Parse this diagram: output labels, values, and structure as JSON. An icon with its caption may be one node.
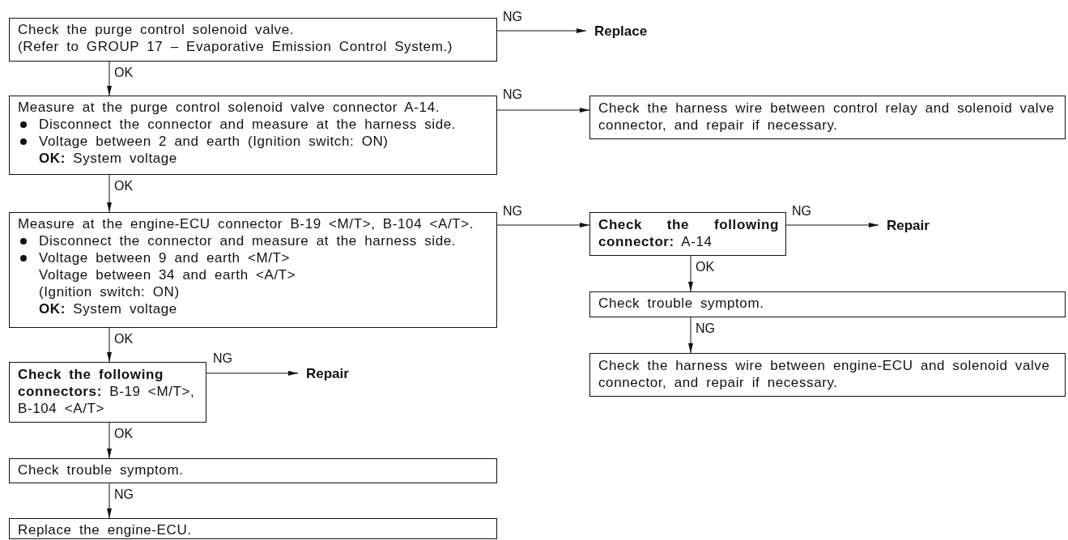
{
  "diagram": {
    "nodes": [
      {
        "text": [
          "Check the purge control solenoid valve.",
          "(Refer to GROUP 17 – Evaporative Emission Control System.)"
        ]
      },
      {
        "text": [
          "Replace"
        ]
      },
      {
        "text": [
          "Measure at the purge control solenoid valve connector A-14.",
          "Disconnect the connector and measure at the harness side.",
          "Voltage between 2 and earth (Ignition switch: ON)",
          "**OK:**  System voltage"
        ]
      },
      {
        "text": [
          "Check the harness wire between control relay and solenoid valve connector, and repair if necessary."
        ]
      },
      {
        "text": [
          "Measure at the engine-ECU connector B-19 <M/T>, B-104 <A/T>.",
          "Disconnect the connector and measure at the harness side.",
          "Voltage between 9 and earth <M/T>",
          "Voltage between 34 and earth <A/T>",
          "(Ignition switch: ON)",
          "**OK:**  System voltage"
        ]
      },
      {
        "text": [
          "**Check the following connector:** A-14"
        ]
      },
      {
        "text": [
          "Repair"
        ]
      },
      {
        "text": [
          "Check trouble symptom."
        ]
      },
      {
        "text": [
          "Check the harness wire between engine-ECU and solenoid valve connector, and repair if necessary."
        ]
      },
      {
        "text": [
          "**Check the following connectors:** B-19 <M/T>, B-104 <A/T>"
        ]
      },
      {
        "text": [
          "Repair"
        ]
      },
      {
        "text": [
          "Check trouble symptom."
        ]
      },
      {
        "text": [
          "Replace the engine-ECU."
        ]
      }
    ],
    "edges": [
      {
        "from": 0,
        "to": 1,
        "arrow": "to",
        "label": "NG"
      },
      {
        "from": 0,
        "to": 2,
        "arrow": "to",
        "label": "OK"
      },
      {
        "from": 2,
        "to": 3,
        "arrow": "to",
        "label": "NG"
      },
      {
        "from": 2,
        "to": 4,
        "arrow": "to",
        "label": "OK"
      },
      {
        "from": 4,
        "to": 5,
        "arrow": "to",
        "label": "NG"
      },
      {
        "from": 5,
        "to": 6,
        "arrow": "to",
        "label": "NG"
      },
      {
        "from": 5,
        "to": 7,
        "arrow": "to",
        "label": "OK"
      },
      {
        "from": 7,
        "to": 8,
        "arrow": "to",
        "label": "NG"
      },
      {
        "from": 4,
        "to": 9,
        "arrow": "to",
        "label": "OK"
      },
      {
        "from": 9,
        "to": 10,
        "arrow": "to",
        "label": "NG"
      },
      {
        "from": 9,
        "to": 11,
        "arrow": "to",
        "label": "OK"
      },
      {
        "from": 11,
        "to": 12,
        "arrow": "to",
        "label": "NG"
      }
    ]
  }
}
